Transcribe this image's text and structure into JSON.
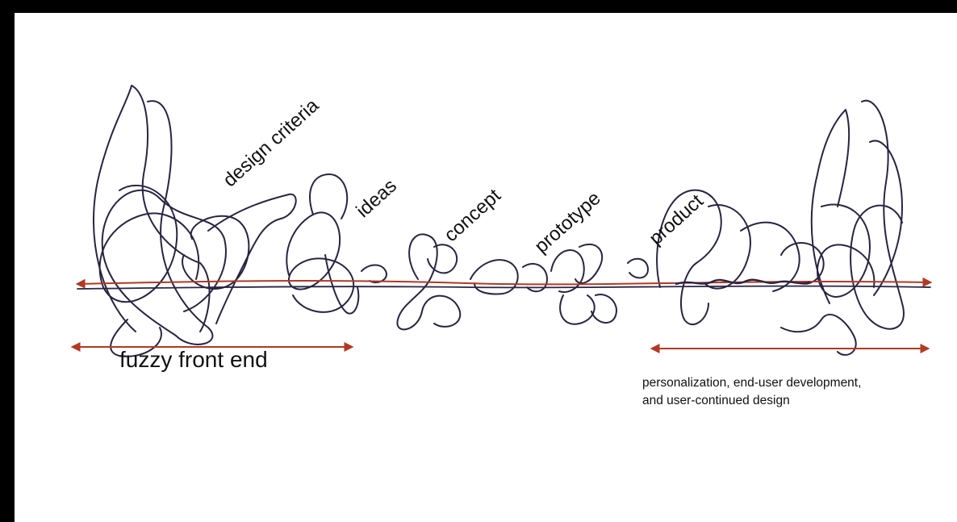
{
  "colors": {
    "background": "#ffffff",
    "frame": "#000000",
    "scribble": "#2a2440",
    "arrow": "#b03a24"
  },
  "labels": {
    "design_criteria": "design criteria",
    "ideas": "ideas",
    "concept": "concept",
    "prototype": "prototype",
    "product": "product",
    "fuzzy_front_end": "fuzzy front end",
    "personalization_line1": "personalization, end-user development,",
    "personalization_line2": "and user-continued design"
  }
}
